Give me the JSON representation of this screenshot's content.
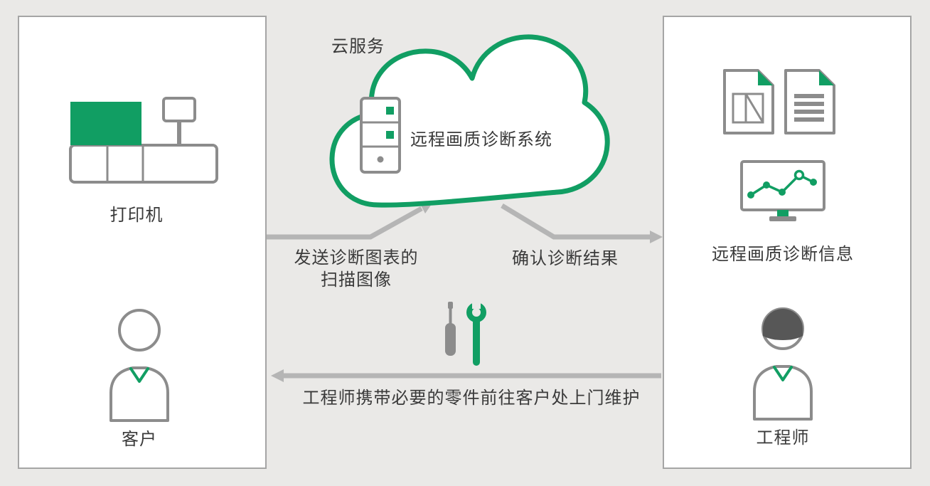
{
  "colors": {
    "green": "#119e63",
    "icon_gray": "#8c8c8c",
    "arrow_gray": "#b5b5b5",
    "text": "#3a3a3a",
    "background": "#eae9e7",
    "panel_border": "#a5a5a5"
  },
  "cloud": {
    "service_label": "云服务",
    "system_label": "远程画质诊断系统"
  },
  "left_panel": {
    "printer_label": "打印机",
    "customer_label": "客户"
  },
  "right_panel": {
    "info_label": "远程画质诊断信息",
    "engineer_label": "工程师"
  },
  "flows": {
    "send_scan": {
      "line1": "发送诊断图表的",
      "line2": "扫描图像"
    },
    "confirm_result": {
      "label": "确认诊断结果"
    },
    "onsite_visit": {
      "label": "工程师携带必要的零件前往客户处上门维护"
    }
  }
}
